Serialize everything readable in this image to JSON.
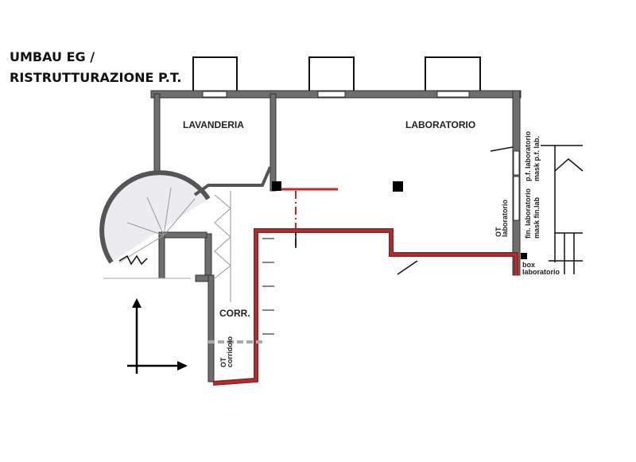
{
  "title": {
    "line1": "UMBAU EG /",
    "line2": "RISTRUTTURAZIONE P.T."
  },
  "rooms": {
    "lavanderia": "LAVANDERIA",
    "laboratorio": "LABORATORIO",
    "corridoio": "CORR."
  },
  "labels": {
    "pf_laboratorio": "p.f. laboratorio",
    "mask_pf_lab": "mask p.f. lab.",
    "fin_laboratorio": "fin. laboratorio",
    "mask_fin_lab": "mask fin.lab",
    "ot_laboratorio_1": "OT",
    "ot_laboratorio_2": "laboratorio",
    "box_laboratorio_1": "box",
    "box_laboratorio_2": "laboratorio",
    "ot_corridoio_1": "OT",
    "ot_corridoio_2": "corridoio"
  },
  "colors": {
    "wall": "#6e6e6e",
    "new_work": "#c0282a",
    "line": "#222222"
  }
}
